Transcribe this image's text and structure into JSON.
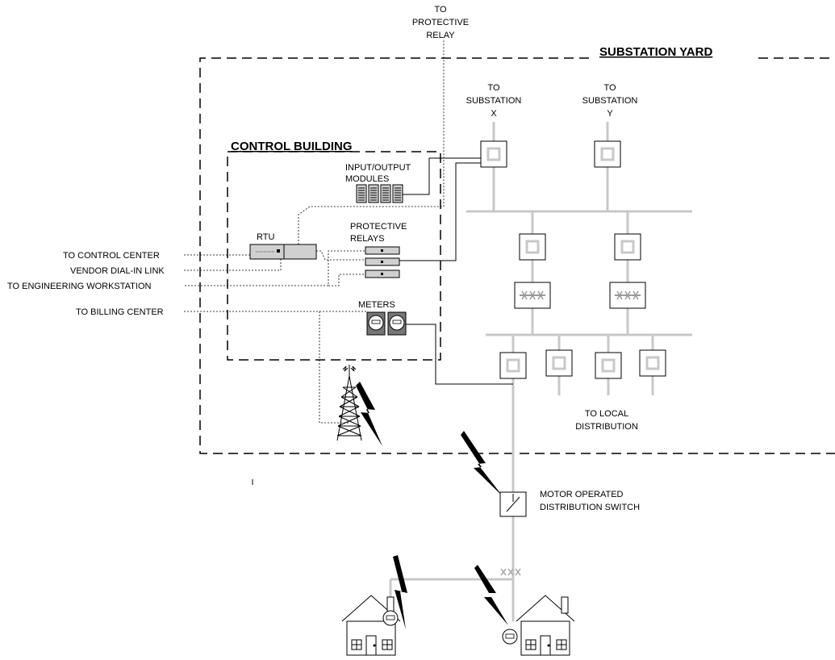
{
  "labels": {
    "to_protective_relay": [
      "TO",
      "PROTECTIVE",
      "RELAY"
    ],
    "substation_yard": "SUBSTATION YARD",
    "to_substation_x": [
      "TO",
      "SUBSTATION",
      "X"
    ],
    "to_substation_y": [
      "TO",
      "SUBSTATION",
      "Y"
    ],
    "control_building": "CONTROL BUILDING",
    "io_modules": [
      "INPUT/OUTPUT",
      "MODULES"
    ],
    "rtu": "RTU",
    "protective_relays": [
      "PROTECTIVE",
      "RELAYS"
    ],
    "meters": "METERS",
    "to_control_center": "TO CONTROL CENTER",
    "vendor_dial_in": "VENDOR DIAL-IN LINK",
    "to_engineering_ws": "TO ENGINEERING WORKSTATION",
    "to_billing_center": "TO BILLING CENTER",
    "to_local_distribution": [
      "TO LOCAL",
      "DISTRIBUTION"
    ],
    "motor_switch": [
      "MOTOR OPERATED",
      "DISTRIBUTION SWITCH"
    ]
  },
  "colors": {
    "bus": "#c8c8c8",
    "line": "#000000",
    "device_fill": "#d0d0d0"
  }
}
